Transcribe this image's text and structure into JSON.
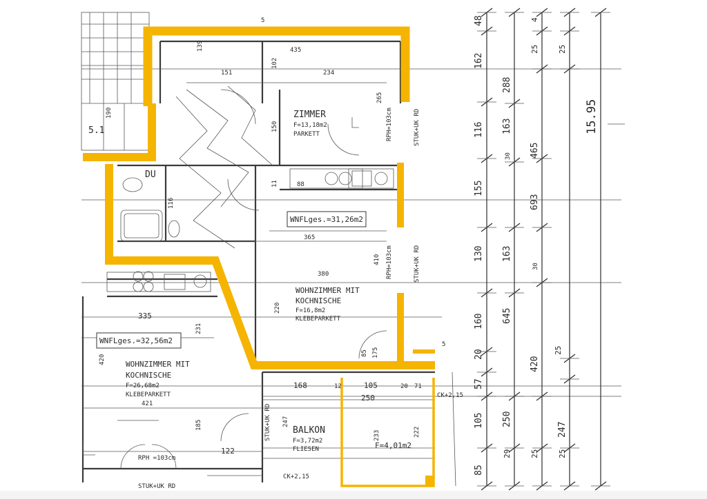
{
  "colors": {
    "highlight": "#f5b400",
    "ink": "#2a2a2a",
    "paper": "#ffffff"
  },
  "rooms": {
    "zimmer": {
      "name": "ZIMMER",
      "area": "F=13,18m2",
      "floor": "PARKETT"
    },
    "wohnzimmer_right": {
      "name_line1": "WOHNZIMMER MIT",
      "name_line2": "KOCHNISCHE",
      "area": "F=16,8m2",
      "floor": "KLEBEPARKETT"
    },
    "wohnzimmer_left": {
      "name_line1": "WOHNZIMMER MIT",
      "name_line2": "KOCHNISCHE",
      "area": "F=26,68m2",
      "floor": "KLEBEPARKETT"
    },
    "balkon": {
      "name": "BALKON",
      "area": "F=3,72m2",
      "floor": "FLIESEN"
    },
    "du": {
      "name": "DU"
    }
  },
  "area_boxes": {
    "right_total": "WNFLges.=31,26m2",
    "left_total": "WNFLges.=32,56m2"
  },
  "annotations": {
    "balcony_area": "F=4,01m2",
    "rph": "RPH =103cm",
    "stuk_top": "STUK+UK RD",
    "stuk_mid": "STUK+UK RD",
    "stuk_bottom": "STUK+UK RD",
    "stuk_left": "STUK+UK RD",
    "sck_1": "CK+2,15",
    "sck_2": "CK+2,15",
    "rph_mid": "RPH=103cm"
  },
  "dims_interior": {
    "d435": "435",
    "d151": "151",
    "d234": "234",
    "d265": "265",
    "d139": "139",
    "d150": "150",
    "d102": "102",
    "d116": "116",
    "d335": "335",
    "d231": "231",
    "d220": "220",
    "d410": "410",
    "d380": "380",
    "d365": "365",
    "d168": "168",
    "d105": "105",
    "d250": "250",
    "d71": "71",
    "d233": "233",
    "d222": "222",
    "d247": "247",
    "d185": "185",
    "d421": "421",
    "d420": "420",
    "d122": "122",
    "d20": "20",
    "d12": "12",
    "d85": "85",
    "d175": "175",
    "d5": "5",
    "d51": "5.1",
    "d190": "190",
    "d88": "88",
    "d11": "11"
  },
  "dims_chain_1": [
    "48",
    "162",
    "116",
    "155",
    "130",
    "160",
    "20",
    "57",
    "105",
    "85"
  ],
  "dims_chain_2": [
    "288",
    "163",
    "30",
    "163",
    "645",
    "250",
    "29"
  ],
  "dims_chain_3": [
    "4",
    "25",
    "465",
    "693",
    "30",
    "420",
    "25"
  ],
  "dims_chain_4": [
    "25",
    "25",
    "247",
    "25"
  ],
  "dim_total": "15.95"
}
